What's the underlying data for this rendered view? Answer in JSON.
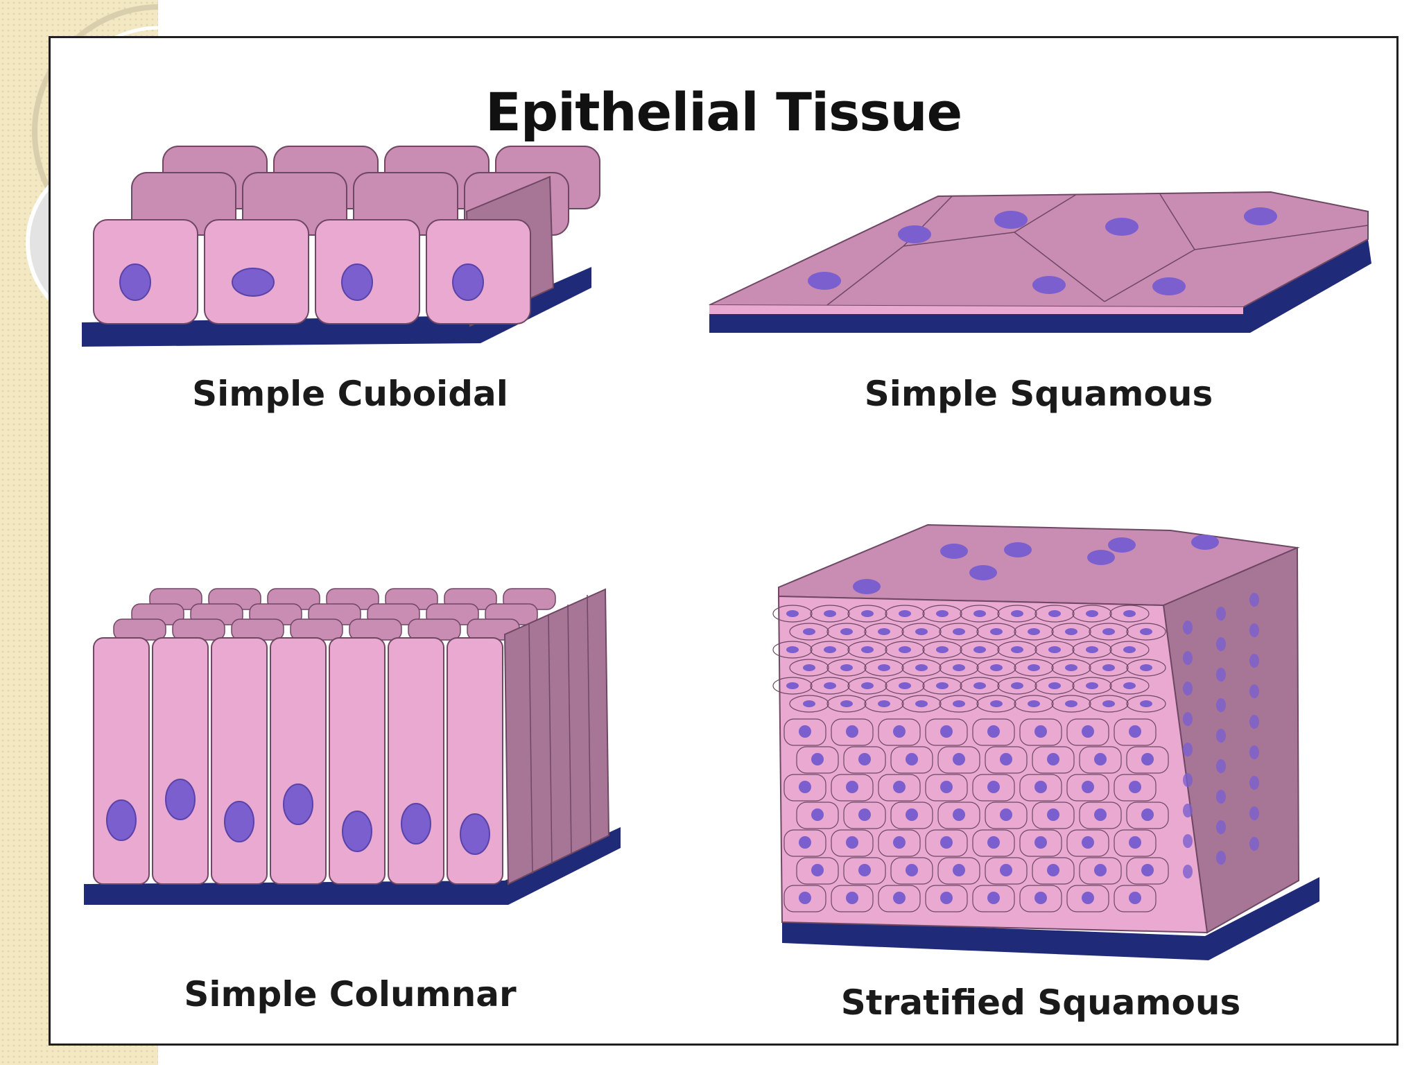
{
  "title": "Epithelial Tissue",
  "panels": [
    {
      "id": "simple-cuboidal",
      "label": "Simple Cuboidal"
    },
    {
      "id": "simple-squamous",
      "label": "Simple Squamous"
    },
    {
      "id": "simple-columnar",
      "label": "Simple Columnar"
    },
    {
      "id": "stratified-squamous",
      "label": "Stratified Squamous"
    }
  ],
  "colors": {
    "cell_front": "#e9a9d0",
    "cell_top": "#c98cb3",
    "cell_side": "#a77596",
    "cell_outline": "#6e4763",
    "nucleus": "#7b5fcf",
    "basement_membrane": "#1f2a78",
    "strip": "#f3e8c4"
  }
}
